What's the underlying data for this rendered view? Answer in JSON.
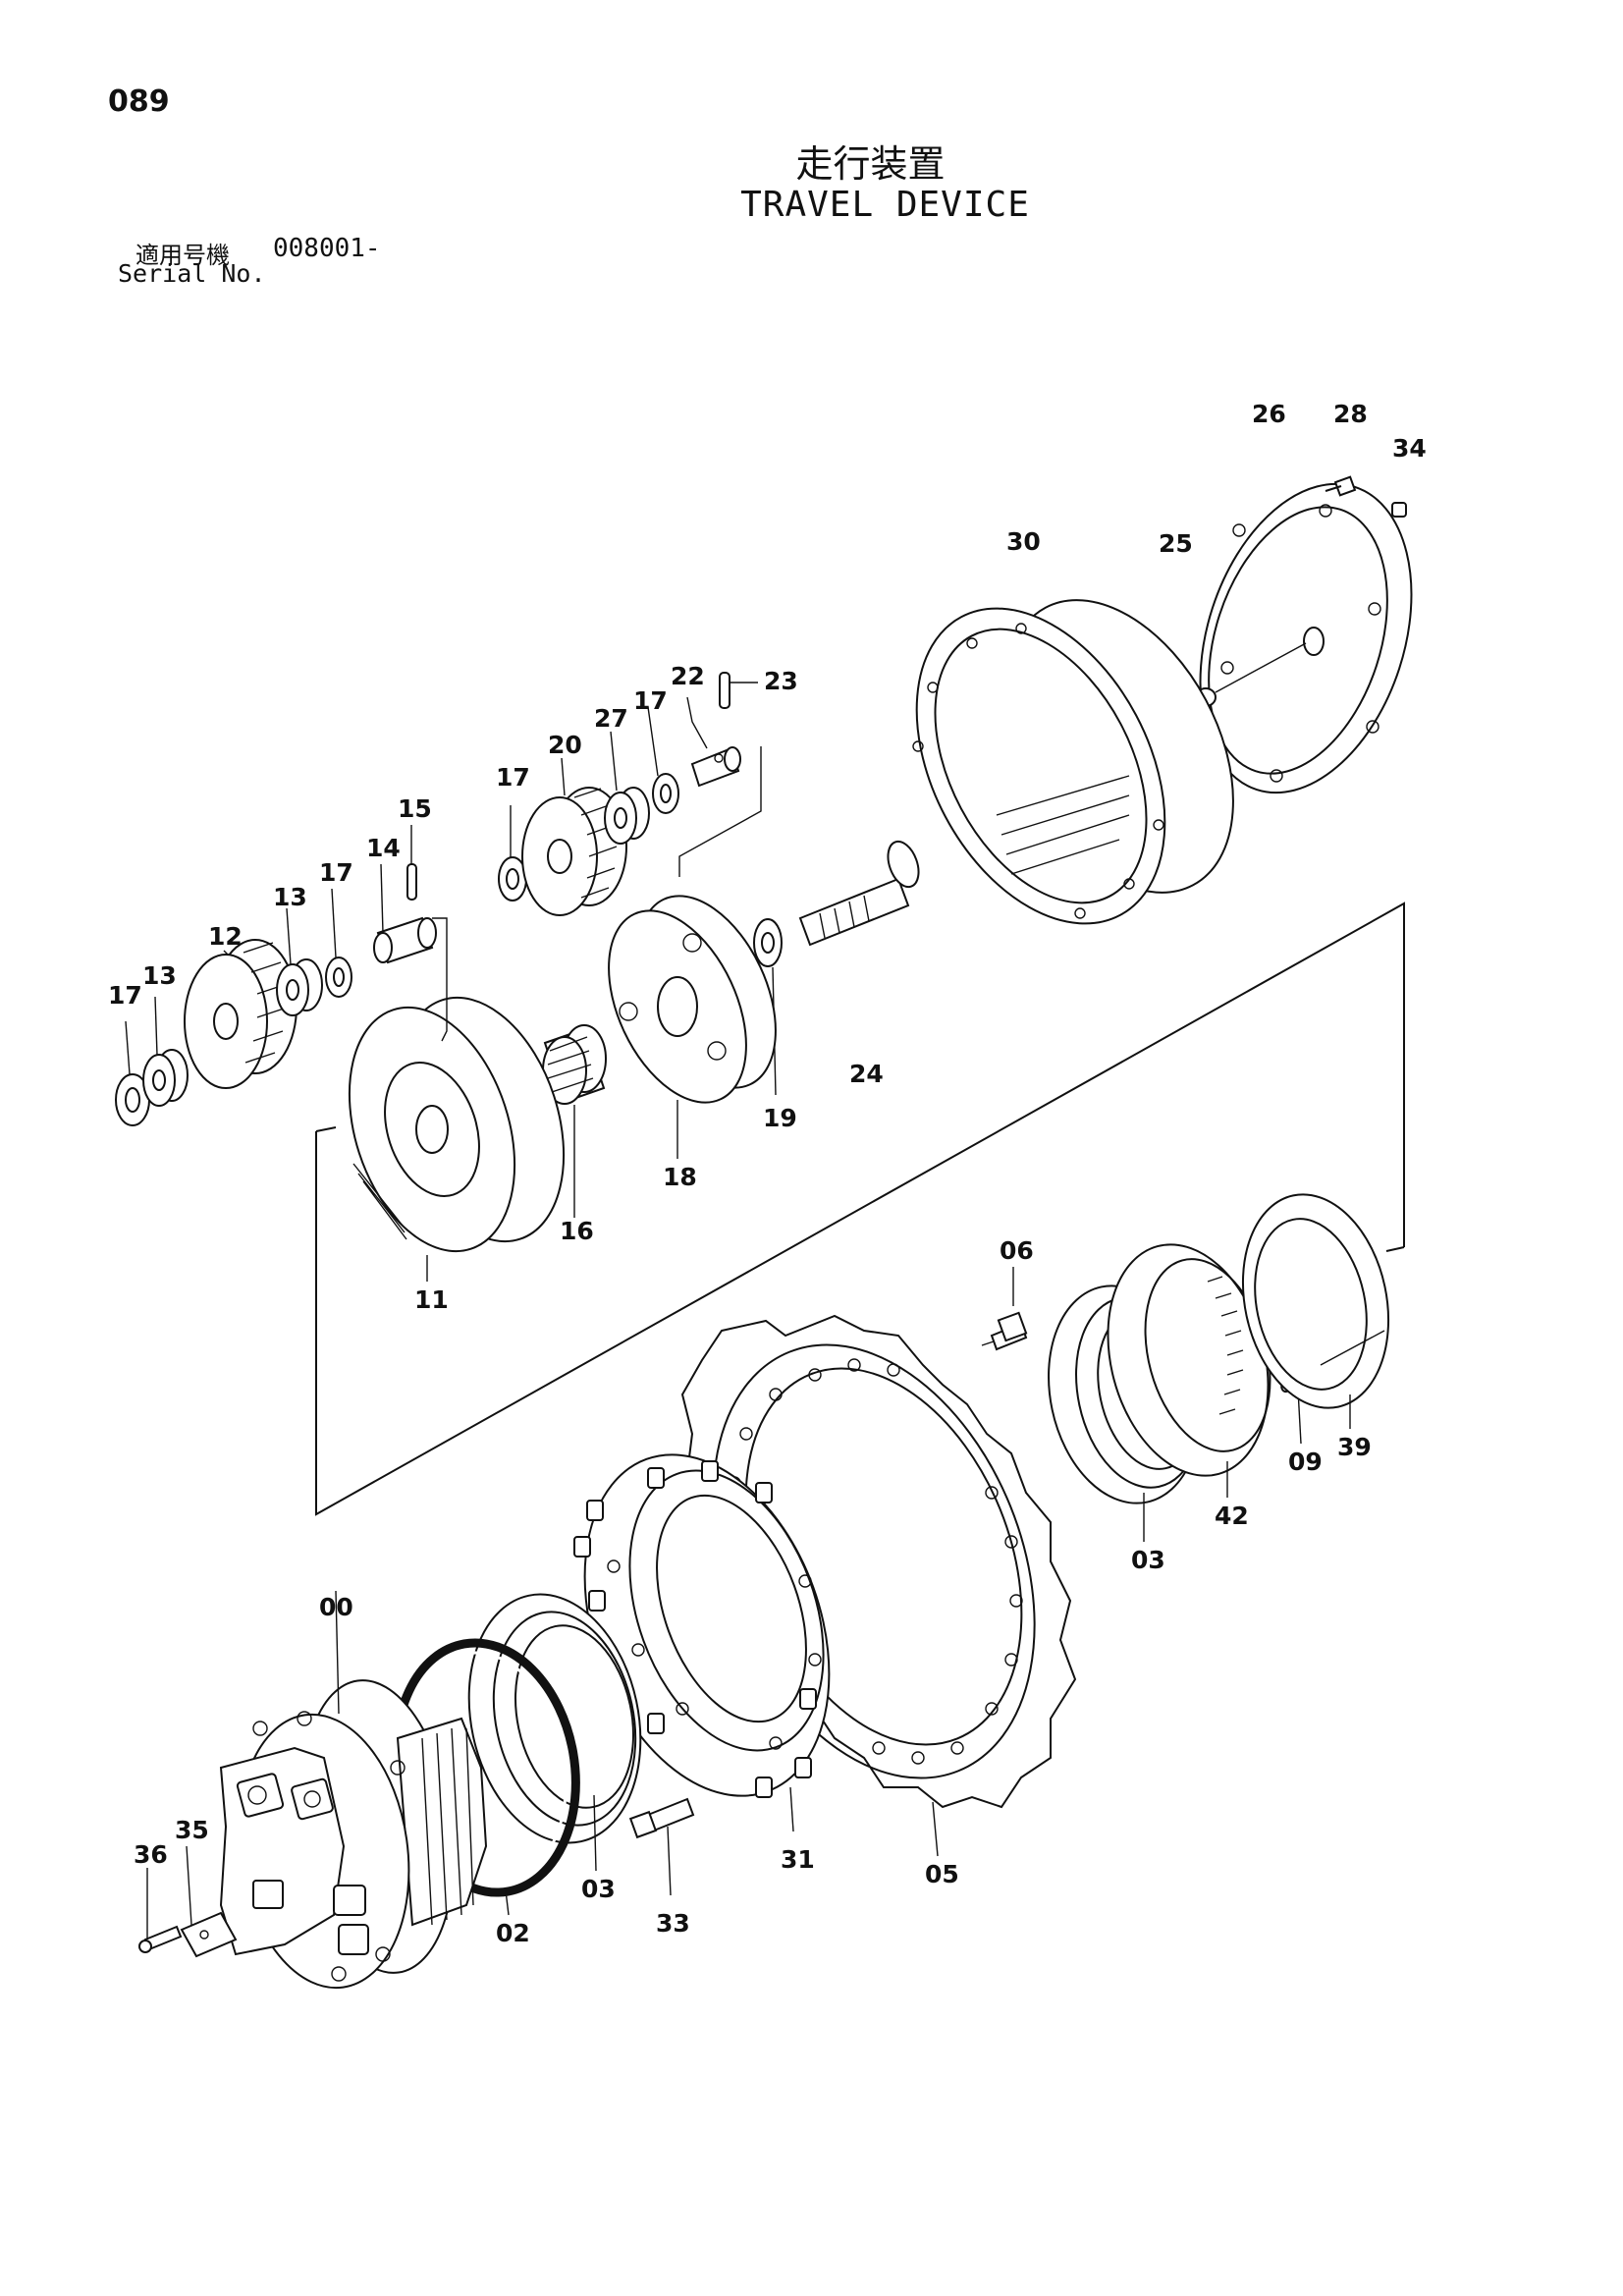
{
  "page": {
    "number": "089",
    "title_jp": "走行装置",
    "title_en": "TRAVEL DEVICE",
    "serial_label_jp": "適用号機",
    "serial_label_en": "Serial No.",
    "serial_value": "008001-"
  },
  "callouts": [
    {
      "id": "c-00",
      "label": "00"
    },
    {
      "id": "c-02",
      "label": "02"
    },
    {
      "id": "c-03a",
      "label": "03"
    },
    {
      "id": "c-03b",
      "label": "03"
    },
    {
      "id": "c-05",
      "label": "05"
    },
    {
      "id": "c-06",
      "label": "06"
    },
    {
      "id": "c-09",
      "label": "09"
    },
    {
      "id": "c-11",
      "label": "11"
    },
    {
      "id": "c-12",
      "label": "12"
    },
    {
      "id": "c-13a",
      "label": "13"
    },
    {
      "id": "c-13b",
      "label": "13"
    },
    {
      "id": "c-14",
      "label": "14"
    },
    {
      "id": "c-15",
      "label": "15"
    },
    {
      "id": "c-16",
      "label": "16"
    },
    {
      "id": "c-17a",
      "label": "17"
    },
    {
      "id": "c-17b",
      "label": "17"
    },
    {
      "id": "c-17c",
      "label": "17"
    },
    {
      "id": "c-17d",
      "label": "17"
    },
    {
      "id": "c-18",
      "label": "18"
    },
    {
      "id": "c-19",
      "label": "19"
    },
    {
      "id": "c-20",
      "label": "20"
    },
    {
      "id": "c-22",
      "label": "22"
    },
    {
      "id": "c-23",
      "label": "23"
    },
    {
      "id": "c-24",
      "label": "24"
    },
    {
      "id": "c-25",
      "label": "25"
    },
    {
      "id": "c-26",
      "label": "26"
    },
    {
      "id": "c-27",
      "label": "27"
    },
    {
      "id": "c-28",
      "label": "28"
    },
    {
      "id": "c-30",
      "label": "30"
    },
    {
      "id": "c-31",
      "label": "31"
    },
    {
      "id": "c-33",
      "label": "33"
    },
    {
      "id": "c-34",
      "label": "34"
    },
    {
      "id": "c-35",
      "label": "35"
    },
    {
      "id": "c-36",
      "label": "36"
    },
    {
      "id": "c-39",
      "label": "39"
    },
    {
      "id": "c-42",
      "label": "42"
    }
  ]
}
